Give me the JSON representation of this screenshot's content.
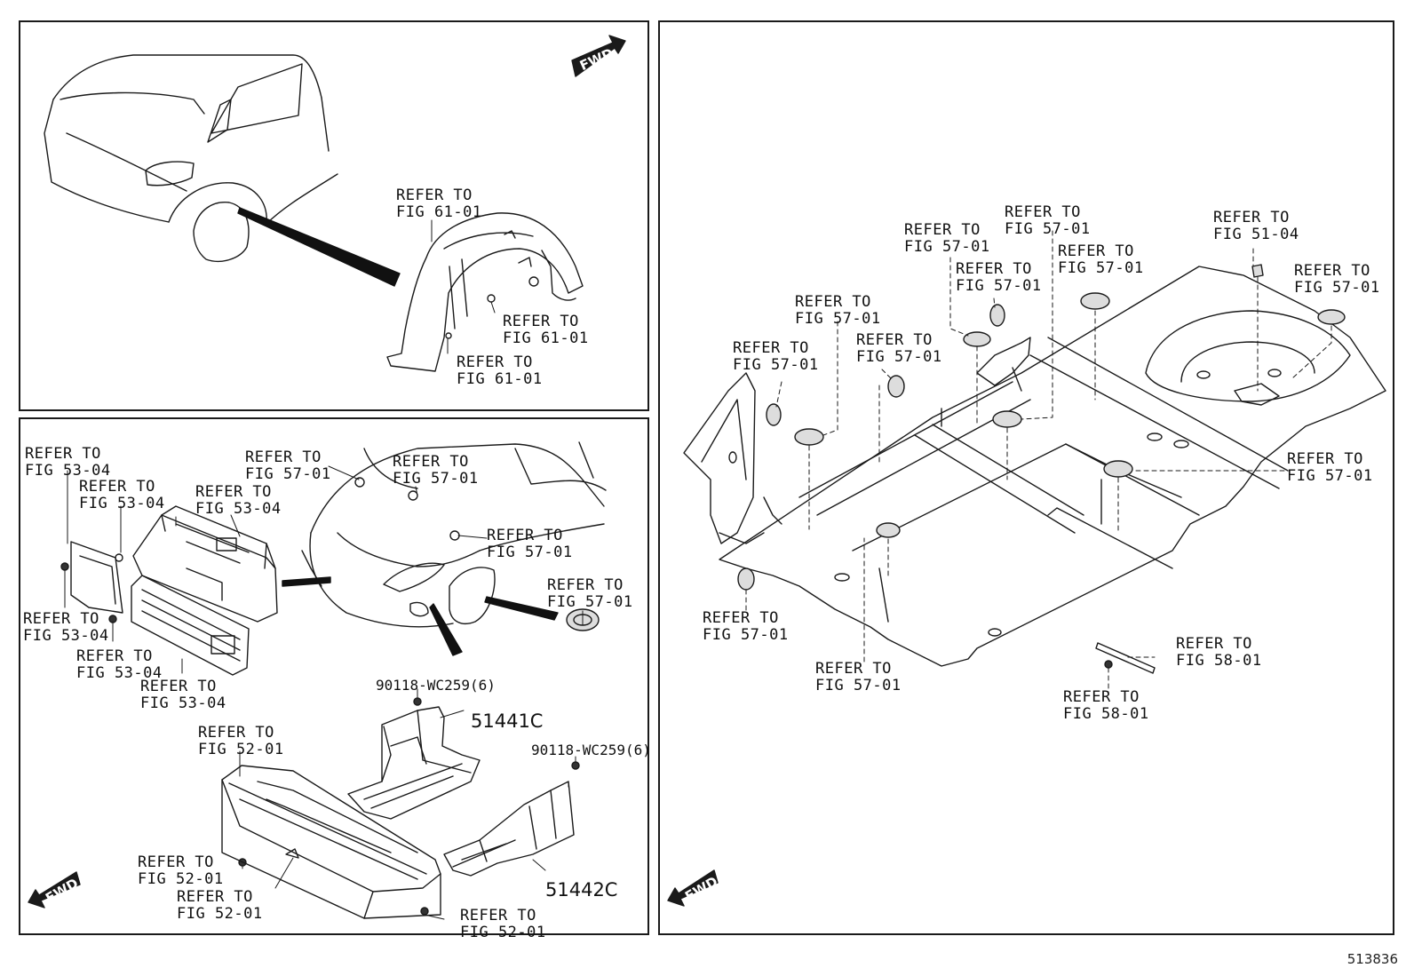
{
  "diagram_id": "513836",
  "fwd_marker": "FWD",
  "callouts": {
    "tl_fig61_a": [
      "REFER TO",
      "FIG 61-01"
    ],
    "tl_fig61_b": [
      "REFER TO",
      "FIG 61-01"
    ],
    "tl_fig61_c": [
      "REFER TO",
      "FIG 61-01"
    ],
    "bl_fig5304_a": [
      "REFER TO",
      "FIG 53-04"
    ],
    "bl_fig5304_b": [
      "REFER TO",
      "FIG 53-04"
    ],
    "bl_fig5304_c": [
      "REFER TO",
      "FIG 53-04"
    ],
    "bl_fig5304_d": [
      "REFER TO",
      "FIG 53-04"
    ],
    "bl_fig5304_e": [
      "REFER TO",
      "FIG 53-04"
    ],
    "bl_fig5304_f": [
      "REFER TO",
      "FIG 53-04"
    ],
    "bl_fig5701_a": [
      "REFER TO",
      "FIG 57-01"
    ],
    "bl_fig5701_b": [
      "REFER TO",
      "FIG 57-01"
    ],
    "bl_fig5701_c": [
      "REFER TO",
      "FIG 57-01"
    ],
    "bl_fig5701_d": [
      "REFER TO",
      "FIG 57-01"
    ],
    "bl_fig5201_a": [
      "REFER TO",
      "FIG 52-01"
    ],
    "bl_fig5201_b": [
      "REFER TO",
      "FIG 52-01"
    ],
    "bl_fig5201_c": [
      "REFER TO",
      "FIG 52-01"
    ],
    "bl_fig5201_d": [
      "REFER TO",
      "FIG 52-01"
    ],
    "r_fig5701_a": [
      "REFER TO",
      "FIG 57-01"
    ],
    "r_fig5701_b": [
      "REFER TO",
      "FIG 57-01"
    ],
    "r_fig5701_c": [
      "REFER TO",
      "FIG 57-01"
    ],
    "r_fig5701_d": [
      "REFER TO",
      "FIG 57-01"
    ],
    "r_fig5701_e": [
      "REFER TO",
      "FIG 57-01"
    ],
    "r_fig5701_f": [
      "REFER TO",
      "FIG 57-01"
    ],
    "r_fig5701_g": [
      "REFER TO",
      "FIG 57-01"
    ],
    "r_fig5701_h": [
      "REFER TO",
      "FIG 57-01"
    ],
    "r_fig5701_i": [
      "REFER TO",
      "FIG 57-01"
    ],
    "r_fig5701_j": [
      "REFER TO",
      "FIG 57-01"
    ],
    "r_fig5701_k": [
      "REFER TO",
      "FIG 57-01"
    ],
    "r_fig5104": [
      "REFER TO",
      "FIG 51-04"
    ],
    "r_fig5801_a": [
      "REFER TO",
      "FIG 58-01"
    ],
    "r_fig5801_b": [
      "REFER TO",
      "FIG 58-01"
    ]
  },
  "part_numbers": {
    "bolt_a": "90118-WC259(6)",
    "bolt_b": "90118-WC259(6)",
    "cover_a": "51441C",
    "cover_b": "51442C"
  }
}
